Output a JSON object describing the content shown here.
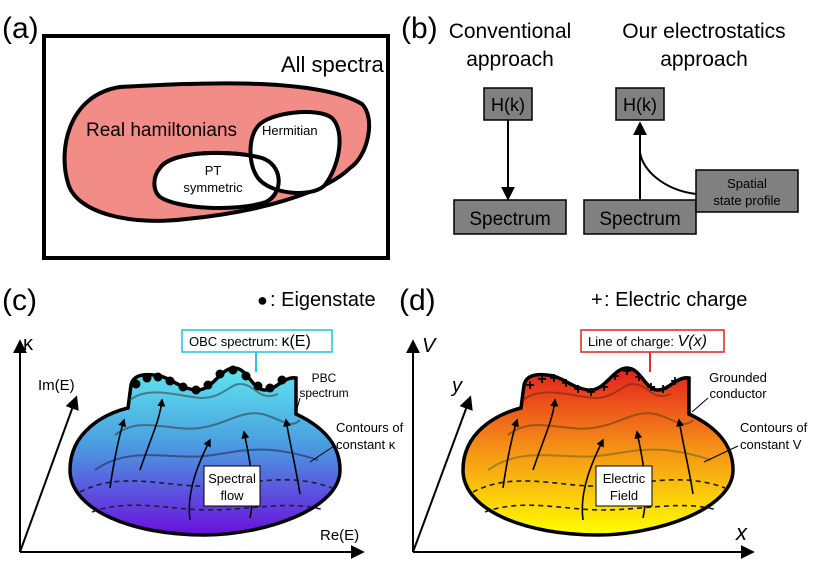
{
  "panel_a": {
    "label": "(a)",
    "outer": "All spectra",
    "real": "Real hamiltonians",
    "hermitian": "Hermitian",
    "pt_line1": "PT",
    "pt_line2": "symmetric",
    "colors": {
      "real_fill": "#f28c86"
    }
  },
  "panel_b": {
    "label": "(b)",
    "conv_line1": "Conventional",
    "conv_line2": "approach",
    "ours_line1": "Our electrostatics",
    "ours_line2": "approach",
    "hk_left": "H(k)",
    "hk_right": "H(k)",
    "spectrum_left": "Spectrum",
    "spectrum_right": "Spectrum",
    "spatial_line1": "Spatial",
    "spatial_line2": "state profile",
    "colors": {
      "box_fill": "#7f7f7f"
    }
  },
  "panel_c": {
    "label": "(c)",
    "legend_symbol": "●",
    "legend": ": Eigenstate",
    "obc_prefix": "OBC spectrum: ",
    "obc_symbol": "κ(E)",
    "axis_kappa": "κ",
    "axis_im": "Im(E)",
    "axis_re": "Re(E)",
    "pbc_line1": "PBC",
    "pbc_line2": "spectrum",
    "contours_line1": "Contours of",
    "contours_line2": "constant  κ",
    "flow_line1": "Spectral",
    "flow_line2": "flow",
    "colors": {
      "top": "#5fe0ec",
      "bottom": "#6a18d8",
      "box_border": "#29c6de"
    }
  },
  "panel_d": {
    "label": "(d)",
    "legend_symbol": "+",
    "legend": ": Electric charge",
    "charge_prefix": "Line of charge: ",
    "charge_symbol": "V(x)",
    "axis_v": "V",
    "axis_y": "y",
    "axis_x": "x",
    "grounded_line1": "Grounded",
    "grounded_line2": "conductor",
    "contours_line1": "Contours of",
    "contours_line2": "constant  V",
    "field_line1": "Electric",
    "field_line2": "Field",
    "colors": {
      "top": "#e41e1e",
      "bottom": "#ffff00",
      "box_border": "#e03030"
    }
  }
}
